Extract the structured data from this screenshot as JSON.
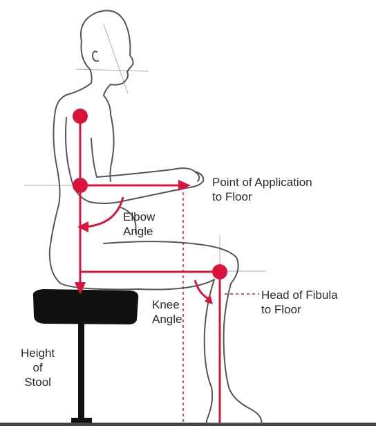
{
  "labels": {
    "point_of_application": [
      "Point of Application",
      "to Floor"
    ],
    "elbow_angle": [
      "Elbow",
      "Angle"
    ],
    "head_of_fibula": [
      "Head of Fibula",
      "to Floor"
    ],
    "knee_angle": [
      "Knee",
      "Angle"
    ],
    "height_of_stool": [
      "Height",
      "of",
      "Stool"
    ]
  },
  "colors": {
    "accent": "#d9143c",
    "outline": "#555555",
    "stool": "#111111",
    "floor": "#444444",
    "guide": "#bbbbbb"
  }
}
